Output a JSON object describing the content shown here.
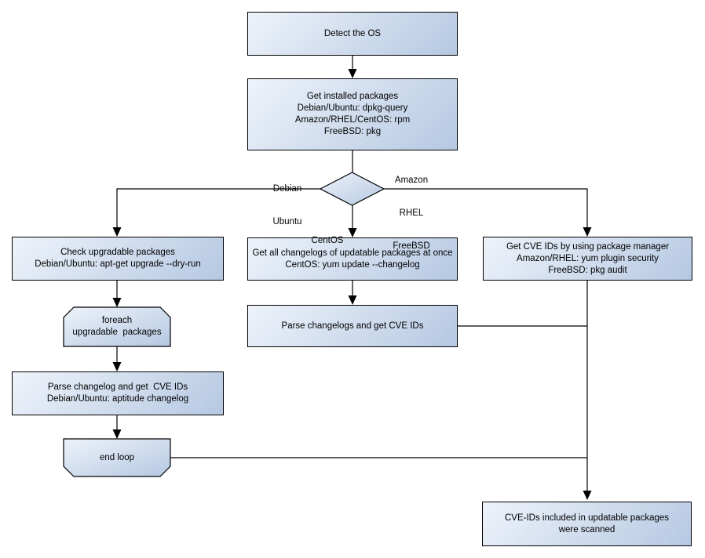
{
  "colors": {
    "fill_light": "#eef3fa",
    "fill_dark": "#b5c8e2",
    "stroke": "#000000",
    "background": "#ffffff"
  },
  "nodes": {
    "detect_os": {
      "lines": [
        "Detect the OS"
      ]
    },
    "get_installed": {
      "lines": [
        "Get installed packages",
        "Debian/Ubuntu: dpkg-query",
        "Amazon/RHEL/CentOS: rpm",
        "FreeBSD: pkg"
      ]
    },
    "check_upgradable": {
      "lines": [
        "Check upgradable packages",
        "Debian/Ubuntu: apt-get upgrade --dry-run"
      ]
    },
    "foreach_loop": {
      "lines": [
        "foreach",
        "upgradable  packages"
      ]
    },
    "parse_changelog": {
      "lines": [
        "Parse changelog and get  CVE IDs",
        "Debian/Ubuntu: aptitude changelog"
      ]
    },
    "end_loop": {
      "lines": [
        "end loop"
      ]
    },
    "get_changelogs": {
      "lines": [
        "Get all changelogs of updatable packages at once",
        "CentOS: yum update --changelog"
      ]
    },
    "parse_changelogs": {
      "lines": [
        "Parse changelogs and get CVE IDs"
      ]
    },
    "get_cve_ids": {
      "lines": [
        "Get CVE IDs by using package manager",
        "Amazon/RHEL: yum plugin security",
        "FreeBSD: pkg audit"
      ]
    },
    "scanned": {
      "lines": [
        "CVE-IDs included in updatable packages",
        "were scanned"
      ]
    }
  },
  "edge_labels": {
    "left_branch": [
      "Debian",
      "Ubuntu"
    ],
    "right_branch": [
      "Amazon",
      "RHEL",
      "FreeBSD"
    ],
    "down_branch": [
      "CentOS"
    ]
  }
}
